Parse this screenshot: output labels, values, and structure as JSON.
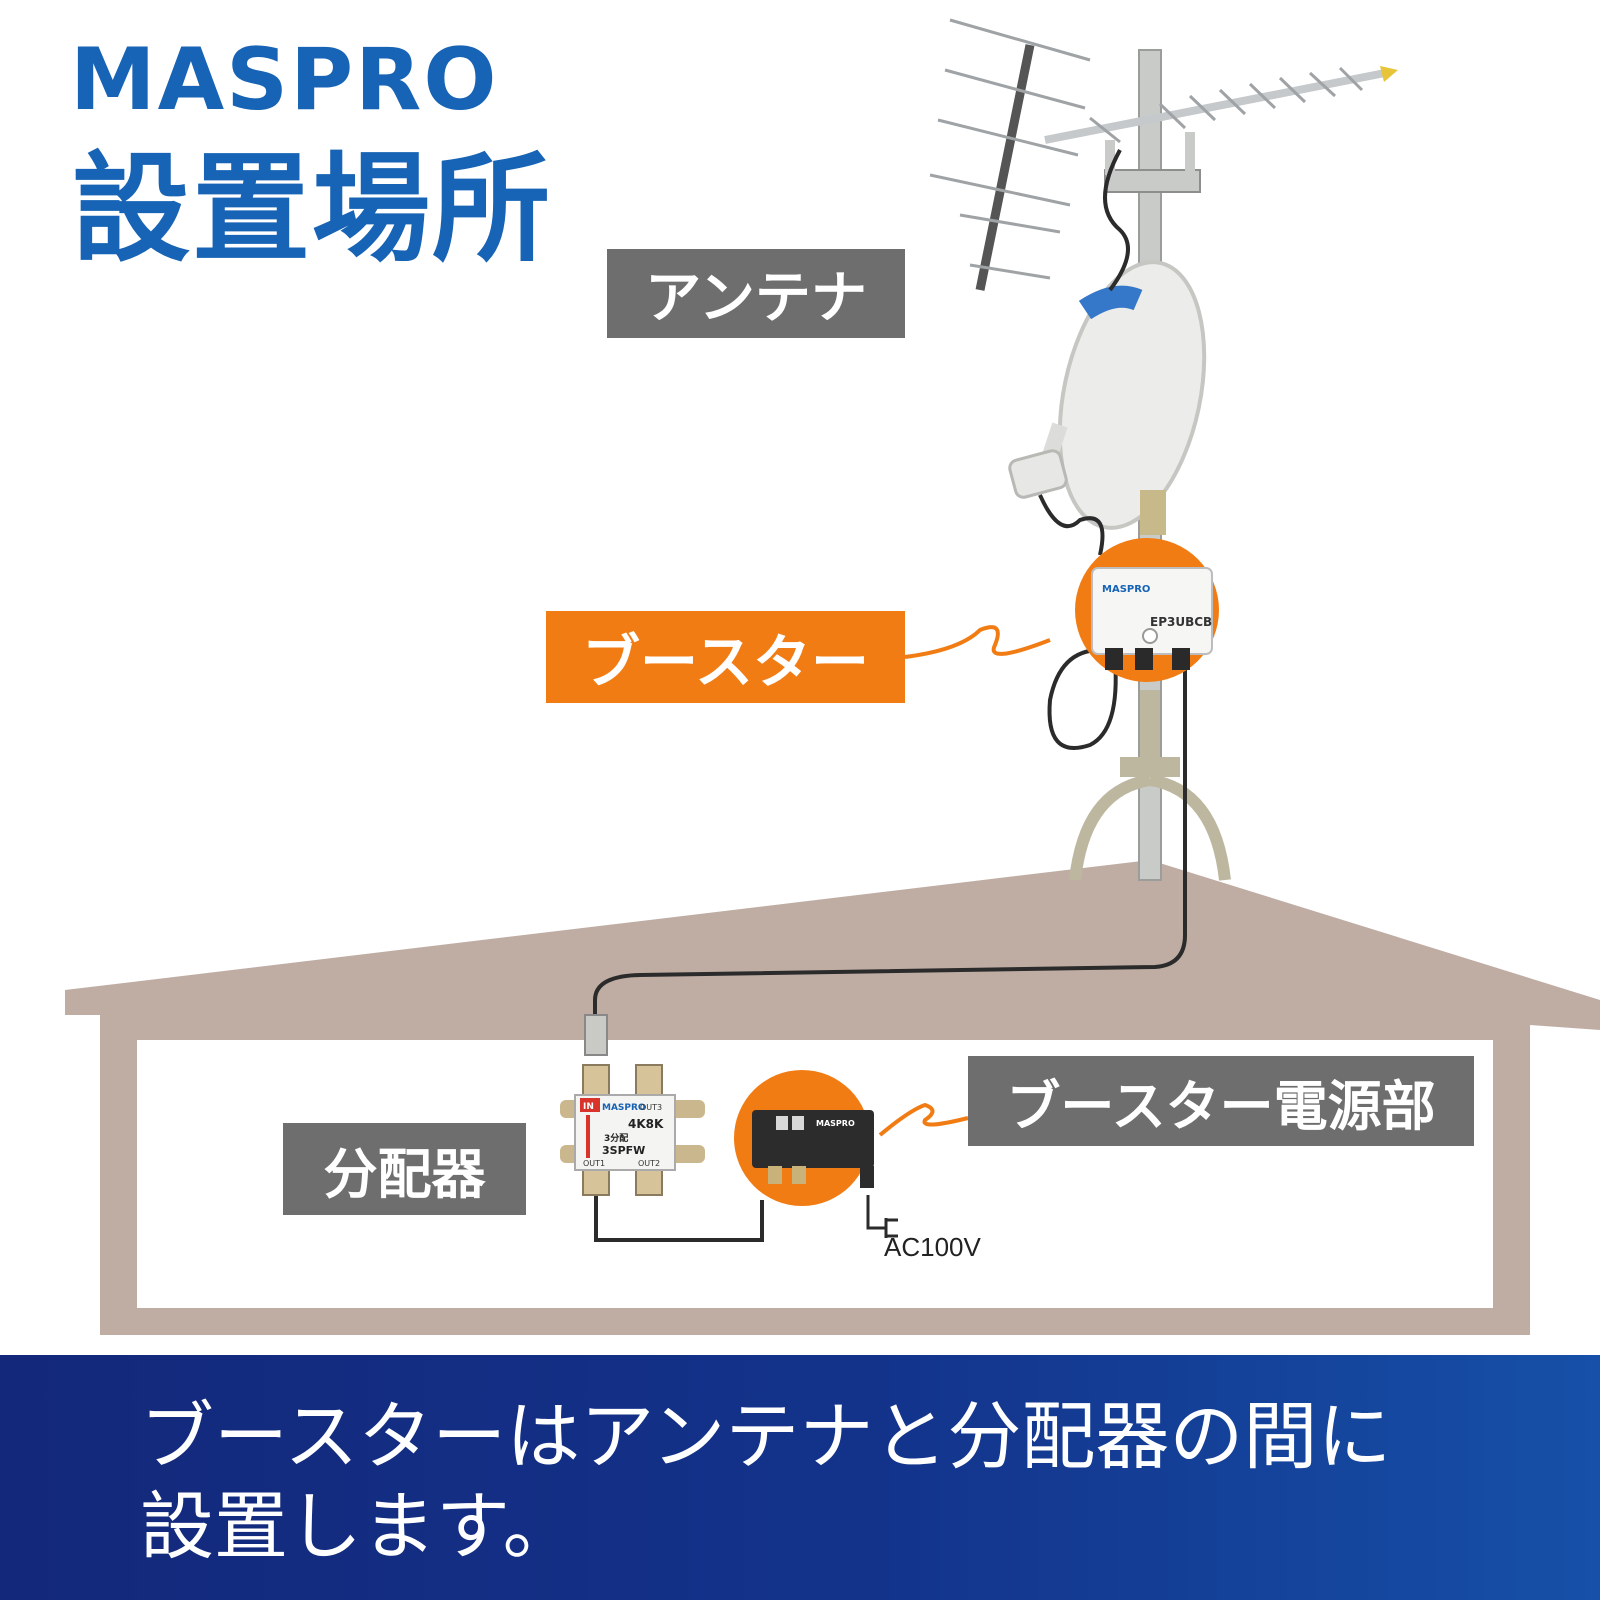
{
  "brand": {
    "logo": "MASPRO"
  },
  "header": {
    "title": "設置場所"
  },
  "labels": {
    "antenna": "アンテナ",
    "booster": "ブースター",
    "power_unit": "ブースター電源部",
    "splitter": "分配器"
  },
  "power_note": "AC100V",
  "footer": {
    "line1": "ブースターはアンテナと分配器の間に",
    "line2": "設置します。"
  },
  "device_text": {
    "booster_brand": "MASPRO",
    "booster_model": "EP3UBCB",
    "splitter_brand": "MASPRO",
    "splitter_in": "IN",
    "splitter_4k8k": "4K8K",
    "splitter_type": "3分配",
    "splitter_model": "3SPFW",
    "splitter_out1": "OUT1",
    "splitter_out2": "OUT2",
    "splitter_out3": "OUT3",
    "psu_brand": "MASPRO"
  },
  "colors": {
    "brand_blue": "#1763b5",
    "label_gray": "#6e6e6e",
    "accent_orange": "#f27c14",
    "roof": "#bfada4",
    "footer_blue": "#13287a"
  }
}
